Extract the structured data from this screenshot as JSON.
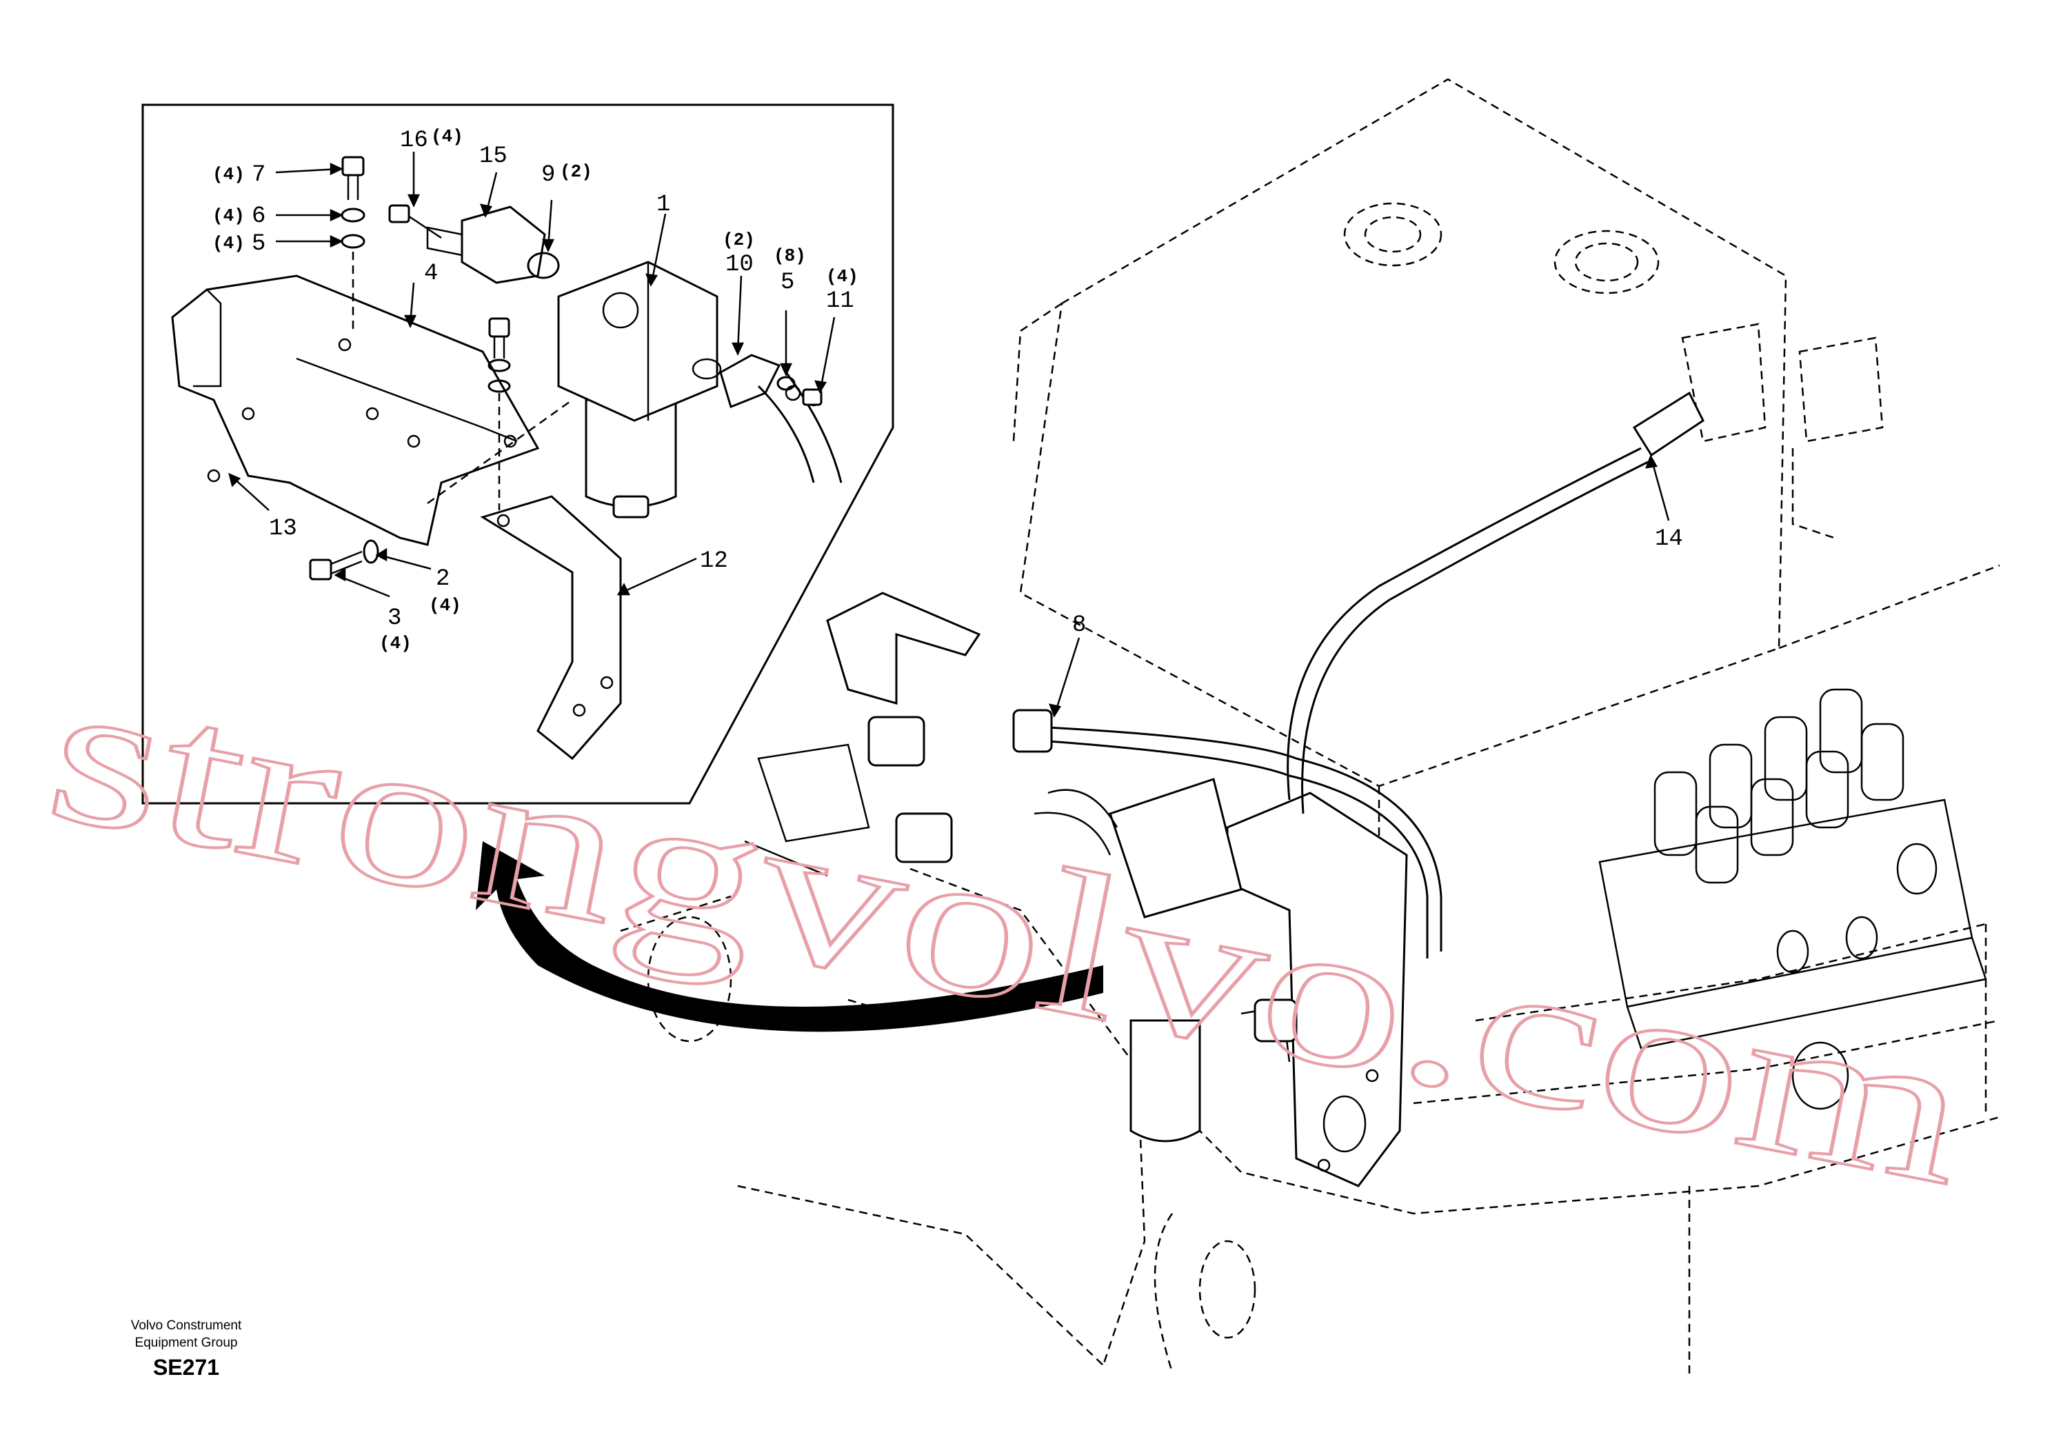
{
  "callouts": {
    "c1": "1",
    "c2": "2",
    "c3": "3",
    "c4": "4",
    "c5": "5",
    "c5b": "5",
    "c6": "6",
    "c7": "7",
    "c8": "8",
    "c9": "9",
    "c10": "10",
    "c11": "11",
    "c12": "12",
    "c13": "13",
    "c14": "14",
    "c15": "15",
    "c16": "16"
  },
  "quantities": {
    "q2": "(4)",
    "q3": "(4)",
    "q5": "(4)",
    "q5b": "(8)",
    "q6": "(4)",
    "q7": "(4)",
    "q9": "(2)",
    "q10": "(2)",
    "q11": "(4)",
    "q16": "(4)"
  },
  "watermark": "strongvolvo.com",
  "footer": {
    "group_line1": "Volvo Construment",
    "group_line2": "Equipment Group",
    "code": "SE271"
  },
  "colors": {
    "watermark": "#e8a0a8",
    "line": "#000000",
    "background": "#ffffff"
  }
}
